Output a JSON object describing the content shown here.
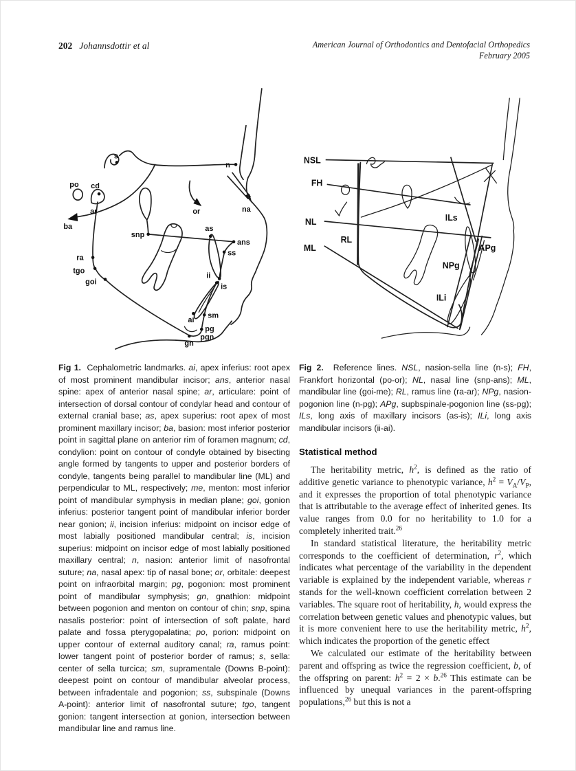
{
  "header": {
    "page_number": "202",
    "authors": "Johannsdottir et al",
    "journal_line1": "American Journal of Orthodontics and Dentofacial Orthopedics",
    "journal_line2": "February 2005"
  },
  "fig1": {
    "labels": {
      "s": "s",
      "n": "n",
      "po": "po",
      "cd": "cd",
      "ar": "ar",
      "ba": "ba",
      "or": "or",
      "na": "na",
      "snp": "snp",
      "as": "as",
      "ans": "ans",
      "ss": "ss",
      "ra": "ra",
      "tgo": "tgo",
      "goi": "goi",
      "ii": "ii",
      "is": "is",
      "sm": "sm",
      "ai": "ai",
      "pg": "pg",
      "pgn": "pgn",
      "gn": "gn"
    },
    "caption": [
      {
        "s": "b",
        "t": "Fig 1."
      },
      {
        "t": "  Cephalometric landmarks. "
      },
      {
        "s": "i",
        "t": "ai"
      },
      {
        "t": ", apex inferius: root apex of most prominent mandibular incisor; "
      },
      {
        "s": "i",
        "t": "ans"
      },
      {
        "t": ", anterior nasal spine: apex of anterior nasal spine; "
      },
      {
        "s": "i",
        "t": "ar"
      },
      {
        "t": ", articulare: point of intersection of dorsal contour of condylar head and contour of external cranial base; "
      },
      {
        "s": "i",
        "t": "as"
      },
      {
        "t": ", apex superius: root apex of most prominent maxillary incisor; "
      },
      {
        "s": "i",
        "t": "ba"
      },
      {
        "t": ", basion: most inferior posterior point in sagittal plane on anterior rim of foramen magnum; "
      },
      {
        "s": "i",
        "t": "cd"
      },
      {
        "t": ", condylion: point on contour of condyle obtained by bisecting angle formed by tangents to upper and posterior borders of condyle, tangents being parallel to mandibular line (ML) and perpendicular to ML, respectively; "
      },
      {
        "s": "i",
        "t": "me"
      },
      {
        "t": ", menton: most inferior point of mandibular symphysis in median plane; "
      },
      {
        "s": "i",
        "t": "goi"
      },
      {
        "t": ", gonion inferius: posterior tangent point of mandibular inferior border near gonion; "
      },
      {
        "s": "i",
        "t": "ii"
      },
      {
        "t": ", incision inferius: midpoint on incisor edge of most labially positioned mandibular central; "
      },
      {
        "s": "i",
        "t": "is"
      },
      {
        "t": ", incision superius: midpoint on incisor edge of most labially positioned maxillary central; "
      },
      {
        "s": "i",
        "t": "n"
      },
      {
        "t": ", nasion: anterior limit of nasofrontal suture; "
      },
      {
        "s": "i",
        "t": "na"
      },
      {
        "t": ", nasal apex: tip of nasal bone; "
      },
      {
        "s": "i",
        "t": "or"
      },
      {
        "t": ", orbitale: deepest point on infraorbital margin; "
      },
      {
        "s": "i",
        "t": "pg"
      },
      {
        "t": ", pogonion: most prominent point of mandibular symphysis; "
      },
      {
        "s": "i",
        "t": "gn"
      },
      {
        "t": ", gnathion: midpoint between pogonion and menton on contour of chin; "
      },
      {
        "s": "i",
        "t": "snp"
      },
      {
        "t": ", spina nasalis posterior: point of intersection of soft palate, hard palate and fossa pterygopalatina; "
      },
      {
        "s": "i",
        "t": "po"
      },
      {
        "t": ", porion: midpoint on upper contour of external auditory canal; "
      },
      {
        "s": "i",
        "t": "ra"
      },
      {
        "t": ", ramus point: lower tangent point of posterior border of ramus; "
      },
      {
        "s": "i",
        "t": "s"
      },
      {
        "t": ", sella: center of sella turcica; "
      },
      {
        "s": "i",
        "t": "sm"
      },
      {
        "t": ", supramentale (Downs B-point): deepest point on contour of mandibular alveolar process, between infradentale and pogonion; "
      },
      {
        "s": "i",
        "t": "ss"
      },
      {
        "t": ", subspinale (Downs A-point): anterior limit of nasofrontal suture; "
      },
      {
        "s": "i",
        "t": "tgo"
      },
      {
        "t": ", tangent gonion: tangent intersection at gonion, intersection between mandibular line and ramus line."
      }
    ]
  },
  "fig2": {
    "labels": {
      "NSL": "NSL",
      "FH": "FH",
      "NL": "NL",
      "ML": "ML",
      "RL": "RL",
      "ILs": "ILs",
      "APg": "APg",
      "NPg": "NPg",
      "ILi": "ILi"
    },
    "caption": [
      {
        "s": "b",
        "t": "Fig 2."
      },
      {
        "t": "  Reference lines. "
      },
      {
        "s": "i",
        "t": "NSL"
      },
      {
        "t": ", nasion-sella line (n-s); "
      },
      {
        "s": "i",
        "t": "FH"
      },
      {
        "t": ", Frankfort horizontal (po-or); "
      },
      {
        "s": "i",
        "t": "NL"
      },
      {
        "t": ", nasal line (snp-ans); "
      },
      {
        "s": "i",
        "t": "ML"
      },
      {
        "t": ", mandibular line (goi-me); "
      },
      {
        "s": "i",
        "t": "RL"
      },
      {
        "t": ", ramus line (ra-ar); "
      },
      {
        "s": "i",
        "t": "NPg"
      },
      {
        "t": ", nasion-pogonion line (n-pg); "
      },
      {
        "s": "i",
        "t": "APg"
      },
      {
        "t": ", supbspinale-pogonion line (ss-pg); "
      },
      {
        "s": "i",
        "t": "ILs"
      },
      {
        "t": ", long axis of maxillary incisors (as-is); "
      },
      {
        "s": "i",
        "t": "ILi"
      },
      {
        "t": ", long axis mandibular incisors (ii-ai)."
      }
    ]
  },
  "section": {
    "heading": "Statistical method",
    "paragraphs": [
      [
        {
          "t": "The heritability metric, "
        },
        {
          "s": "i",
          "t": "h"
        },
        {
          "s": "sup",
          "t": "2"
        },
        {
          "t": ", is defined as the ratio of additive genetic variance to phenotypic variance, "
        },
        {
          "s": "i",
          "t": "h"
        },
        {
          "s": "sup",
          "t": "2"
        },
        {
          "t": " = "
        },
        {
          "s": "i",
          "t": "V"
        },
        {
          "s": "sub",
          "t": "A"
        },
        {
          "t": "/"
        },
        {
          "s": "i",
          "t": "V"
        },
        {
          "s": "sub",
          "t": "P"
        },
        {
          "t": ", and it expresses the proportion of total phenotypic variance that is attributable to the average effect of inherited genes. Its value ranges from 0.0 for no heritability to 1.0 for a completely inherited trait."
        },
        {
          "s": "sup",
          "t": "26"
        }
      ],
      [
        {
          "t": "In standard statistical literature, the heritability metric corresponds to the coefficient of determination, "
        },
        {
          "s": "i",
          "t": "r"
        },
        {
          "s": "sup",
          "t": "2"
        },
        {
          "t": ", which indicates what percentage of the variability in the dependent variable is explained by the independent variable, whereas "
        },
        {
          "s": "i",
          "t": "r"
        },
        {
          "t": " stands for the well-known coefficient correlation between 2 variables. The square root of heritability, "
        },
        {
          "s": "i",
          "t": "h"
        },
        {
          "t": ", would express the correlation between genetic values and phenotypic values, but it is more convenient here to use the heritability metric, "
        },
        {
          "s": "i",
          "t": "h"
        },
        {
          "s": "sup",
          "t": "2"
        },
        {
          "t": ", which indicates the proportion of the genetic effect"
        }
      ],
      [
        {
          "t": "We calculated our estimate of the heritability between parent and offspring as twice the regression coefficient, "
        },
        {
          "s": "i",
          "t": "b"
        },
        {
          "t": ", of the offspring on parent: "
        },
        {
          "s": "i",
          "t": "h"
        },
        {
          "s": "sup",
          "t": "2"
        },
        {
          "t": " = 2 × "
        },
        {
          "s": "i",
          "t": "b"
        },
        {
          "t": "."
        },
        {
          "s": "sup",
          "t": "26"
        },
        {
          "t": " This estimate can be influenced by unequal variances in the parent-offspring populations,"
        },
        {
          "s": "sup",
          "t": "26"
        },
        {
          "t": " but this is not a"
        }
      ]
    ]
  }
}
